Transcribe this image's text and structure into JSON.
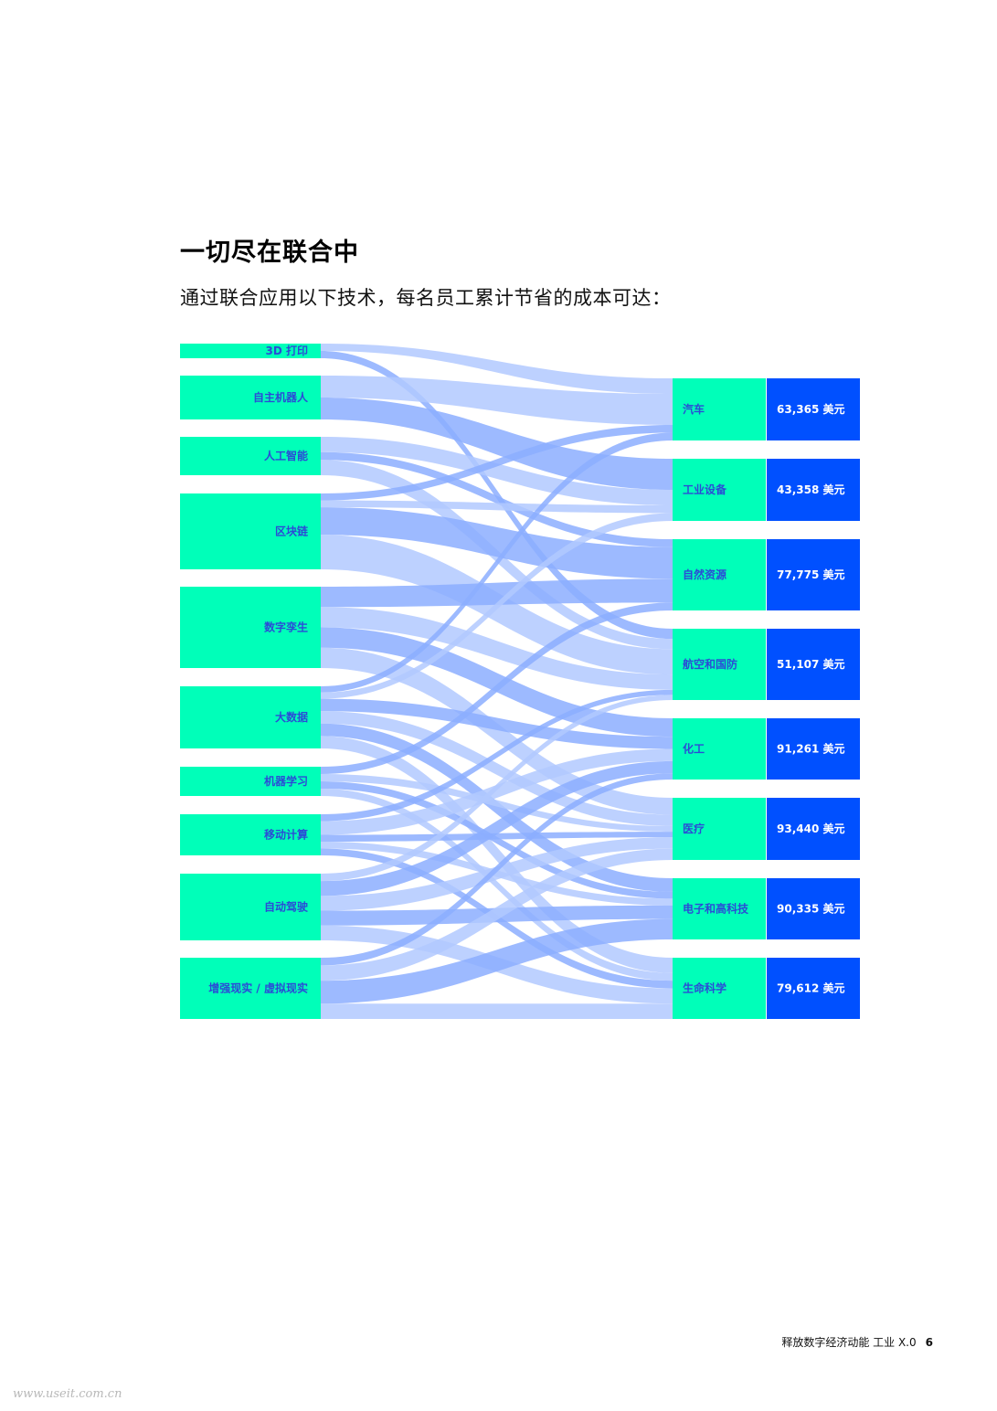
{
  "page": {
    "title": "一切尽在联合中",
    "subtitle": "通过联合应用以下技术，每名员工累计节省的成本可达：",
    "footer_text": "释放数字经济动能 工业 X.0",
    "page_number": "6",
    "watermark": "www.useit.com.cn"
  },
  "colors": {
    "node_green": "#00ffb9",
    "value_blue": "#0050ff",
    "label_blue": "#2b4bd6",
    "flow_light": "#b2c9ff",
    "flow_mid": "#8caeff"
  },
  "chart_data": {
    "type": "sankey",
    "title": "",
    "sources": [
      "3D 打印",
      "自主机器人",
      "人工智能",
      "区块链",
      "数字孪生",
      "大数据",
      "机器学习",
      "移动计算",
      "自动驾驶",
      "增强现实 / 虚拟现实"
    ],
    "targets": [
      {
        "name": "汽车",
        "value": "63,365 美元"
      },
      {
        "name": "工业设备",
        "value": "43,358 美元"
      },
      {
        "name": "自然资源",
        "value": "77,775 美元"
      },
      {
        "name": "航空和国防",
        "value": "51,107 美元"
      },
      {
        "name": "化工",
        "value": "91,261 美元"
      },
      {
        "name": "医疗",
        "value": "93,440 美元"
      },
      {
        "name": "电子和高科技",
        "value": "90,335 美元"
      },
      {
        "name": "生命科学",
        "value": "79,612 美元"
      }
    ],
    "links": [
      {
        "source": 0,
        "target": 0,
        "weight": 1
      },
      {
        "source": 0,
        "target": 3,
        "weight": 1
      },
      {
        "source": 1,
        "target": 0,
        "weight": 2
      },
      {
        "source": 1,
        "target": 1,
        "weight": 2
      },
      {
        "source": 2,
        "target": 1,
        "weight": 1
      },
      {
        "source": 2,
        "target": 2,
        "weight": 0.5
      },
      {
        "source": 2,
        "target": 3,
        "weight": 1
      },
      {
        "source": 3,
        "target": 0,
        "weight": 0.5
      },
      {
        "source": 3,
        "target": 1,
        "weight": 0.5
      },
      {
        "source": 3,
        "target": 2,
        "weight": 2
      },
      {
        "source": 3,
        "target": 3,
        "weight": 2.5
      },
      {
        "source": 4,
        "target": 2,
        "weight": 1.5
      },
      {
        "source": 4,
        "target": 3,
        "weight": 1.5
      },
      {
        "source": 4,
        "target": 4,
        "weight": 1.5
      },
      {
        "source": 4,
        "target": 5,
        "weight": 1.5
      },
      {
        "source": 5,
        "target": 0,
        "weight": 0.5
      },
      {
        "source": 5,
        "target": 1,
        "weight": 0.5
      },
      {
        "source": 5,
        "target": 4,
        "weight": 1
      },
      {
        "source": 5,
        "target": 5,
        "weight": 1
      },
      {
        "source": 5,
        "target": 6,
        "weight": 1
      },
      {
        "source": 5,
        "target": 7,
        "weight": 1
      },
      {
        "source": 6,
        "target": 2,
        "weight": 0.5
      },
      {
        "source": 6,
        "target": 5,
        "weight": 0.5
      },
      {
        "source": 6,
        "target": 6,
        "weight": 0.5
      },
      {
        "source": 6,
        "target": 7,
        "weight": 0.5
      },
      {
        "source": 7,
        "target": 3,
        "weight": 0.5
      },
      {
        "source": 7,
        "target": 4,
        "weight": 1
      },
      {
        "source": 7,
        "target": 5,
        "weight": 0.5
      },
      {
        "source": 7,
        "target": 6,
        "weight": 0.5
      },
      {
        "source": 7,
        "target": 7,
        "weight": 0.5
      },
      {
        "source": 8,
        "target": 3,
        "weight": 0.5
      },
      {
        "source": 8,
        "target": 4,
        "weight": 1
      },
      {
        "source": 8,
        "target": 5,
        "weight": 1
      },
      {
        "source": 8,
        "target": 6,
        "weight": 1
      },
      {
        "source": 8,
        "target": 7,
        "weight": 1
      },
      {
        "source": 9,
        "target": 4,
        "weight": 0.5
      },
      {
        "source": 9,
        "target": 5,
        "weight": 1
      },
      {
        "source": 9,
        "target": 6,
        "weight": 1.5
      },
      {
        "source": 9,
        "target": 7,
        "weight": 1
      }
    ]
  }
}
